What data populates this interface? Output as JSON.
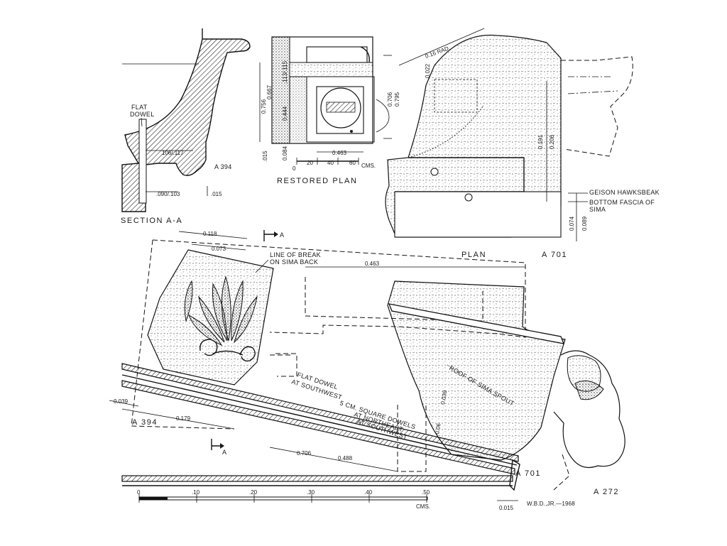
{
  "labels": {
    "section_title": "SECTION A-A",
    "restored_plan": "RESTORED PLAN",
    "plan_title": "PLAN",
    "plan_number": "A 701",
    "flat_dowel_section": [
      "FLAT",
      "DOWEL"
    ],
    "section_piece": "A 394",
    "geison_hawksbeak": "GEISON HAWKSBEAK",
    "bottom_fascia": [
      "BOTTOM FASCIA OF",
      "SIMA"
    ],
    "line_of_break": [
      "LINE OF BREAK",
      "ON SIMA BACK"
    ],
    "flat_dowel_sw": [
      "FLAT DOWEL",
      "AT SOUTHWEST"
    ],
    "square_dowel": [
      "5 CM. SQUARE DOWELS",
      "AT NORTHEAST",
      "AT SOUTHWEST"
    ],
    "roof_spout": "ROOF OF SIMA SPOUT",
    "elevation_left_piece": "A 394",
    "elevation_right_piece": "A 701",
    "elevation_head_piece": "A 272",
    "section_marker_top": "A",
    "section_marker_bottom": "A",
    "signature": "W.B.D.,JR.—1968"
  },
  "dimensions": {
    "section_width": "106/.117",
    "section_bottom": ".090/.103",
    "section_offset": ".015",
    "restored_height_a": "0.756",
    "restored_height_b": "0.667",
    "restored_upper": ".113/.115",
    "restored_mid": "0.444",
    "restored_low": ".015",
    "restored_low2": "0.084",
    "restored_width": "0.463",
    "restored_right_a": "0.706",
    "restored_right_b": "0.795",
    "plan_radius": "0.16 RAD.",
    "plan_small": "0.022",
    "plan_height_a": "0.191",
    "plan_height_b": "0.206",
    "plan_fascia_a": "0.074",
    "plan_fascia_b": "0.089",
    "elev_top_a": "0.118",
    "elev_top_b": "0.073",
    "elev_top_c": "0.463",
    "elev_left_a": "0.039",
    "elev_left_b": "0.179",
    "elev_bottom_a": "0.706",
    "elev_bottom_b": "0.488",
    "elev_spout": "0.039",
    "elev_spout_b": "0.06",
    "elev_right_offset": "0.015"
  },
  "scale_small": {
    "ticks": [
      "0",
      "20",
      "40",
      "60"
    ],
    "unit": "CMS."
  },
  "scale_large": {
    "ticks": [
      "0",
      ".10",
      ".20",
      ".30",
      ".40",
      ".50"
    ],
    "unit": "CMS."
  }
}
